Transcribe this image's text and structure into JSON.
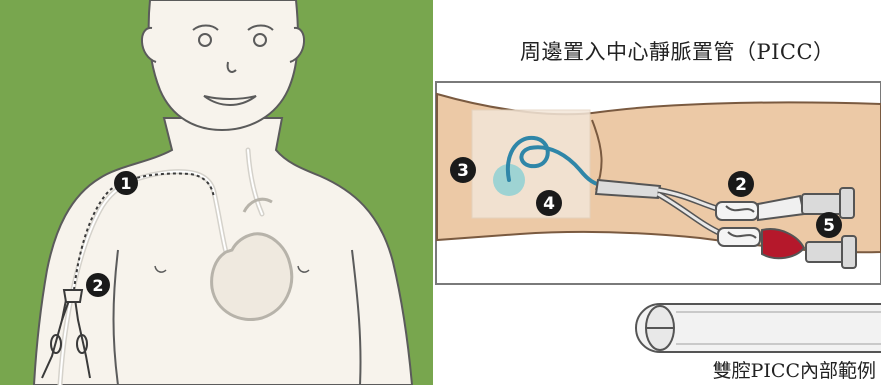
{
  "title": "周邊置入中心靜脈置管（PICC）",
  "caption": "雙腔PICC內部範例",
  "markers": {
    "body_1": "1",
    "body_2": "2",
    "arm_2": "2",
    "arm_3": "3",
    "arm_4": "4",
    "arm_5": "5"
  },
  "colors": {
    "background_green": "#78a64e",
    "skin": "#f7f3ec",
    "outline": "#5b5b5b",
    "arm_skin": "#ecc9a6",
    "catheter_blue": "#2f86a8",
    "dressing": "#f3e6d8",
    "red_clamp": "#b5182b",
    "marker_black": "#1a1a1a"
  }
}
